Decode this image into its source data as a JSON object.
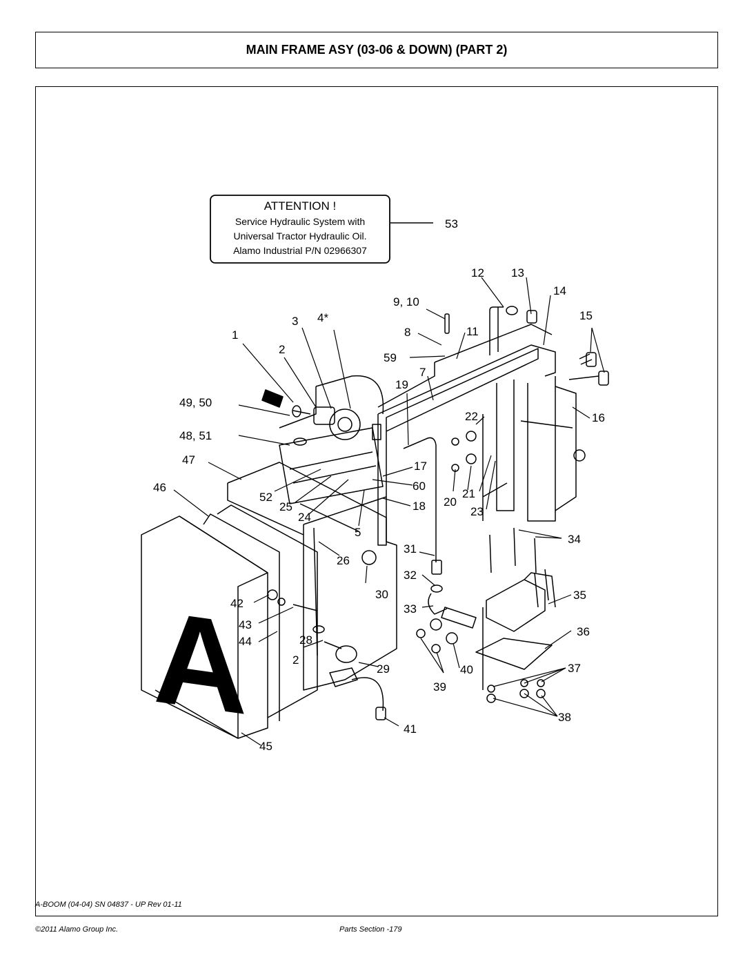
{
  "title": "MAIN FRAME ASY (03-06 & DOWN) (PART 2)",
  "attention": {
    "heading": "ATTENTION !",
    "lines": [
      "Service Hydraulic System with",
      "Universal Tractor Hydraulic Oil.",
      "Alamo Industrial P/N 02966307"
    ]
  },
  "decal_letter": "A",
  "callouts": {
    "c1": "1",
    "c2": "2",
    "c2b": "2",
    "c3": "3",
    "c4": "4*",
    "c5": "5",
    "c7": "7",
    "c8": "8",
    "c9": "9, 10",
    "c11": "11",
    "c12": "12",
    "c13": "13",
    "c14": "14",
    "c15": "15",
    "c16": "16",
    "c17": "17",
    "c18": "18",
    "c19": "19",
    "c20": "20",
    "c21": "21",
    "c22": "22",
    "c23": "23",
    "c24": "24",
    "c25": "25",
    "c26": "26",
    "c28": "28",
    "c29": "29",
    "c30": "30",
    "c31": "31",
    "c32": "32",
    "c33": "33",
    "c34": "34",
    "c35": "35",
    "c36": "36",
    "c37": "37",
    "c38": "38",
    "c39": "39",
    "c40": "40",
    "c41": "41",
    "c42": "42",
    "c43": "43",
    "c44": "44",
    "c45": "45",
    "c46": "46",
    "c47": "47",
    "c48": "48, 51",
    "c49": "49, 50",
    "c52": "52",
    "c53": "53",
    "c59": "59",
    "c60": "60"
  },
  "footer": {
    "doc_id": "A-BOOM (04-04) SN 04837 - UP Rev 01-11",
    "copyright": "©2011 Alamo Group Inc.",
    "page": "Parts Section -179"
  }
}
